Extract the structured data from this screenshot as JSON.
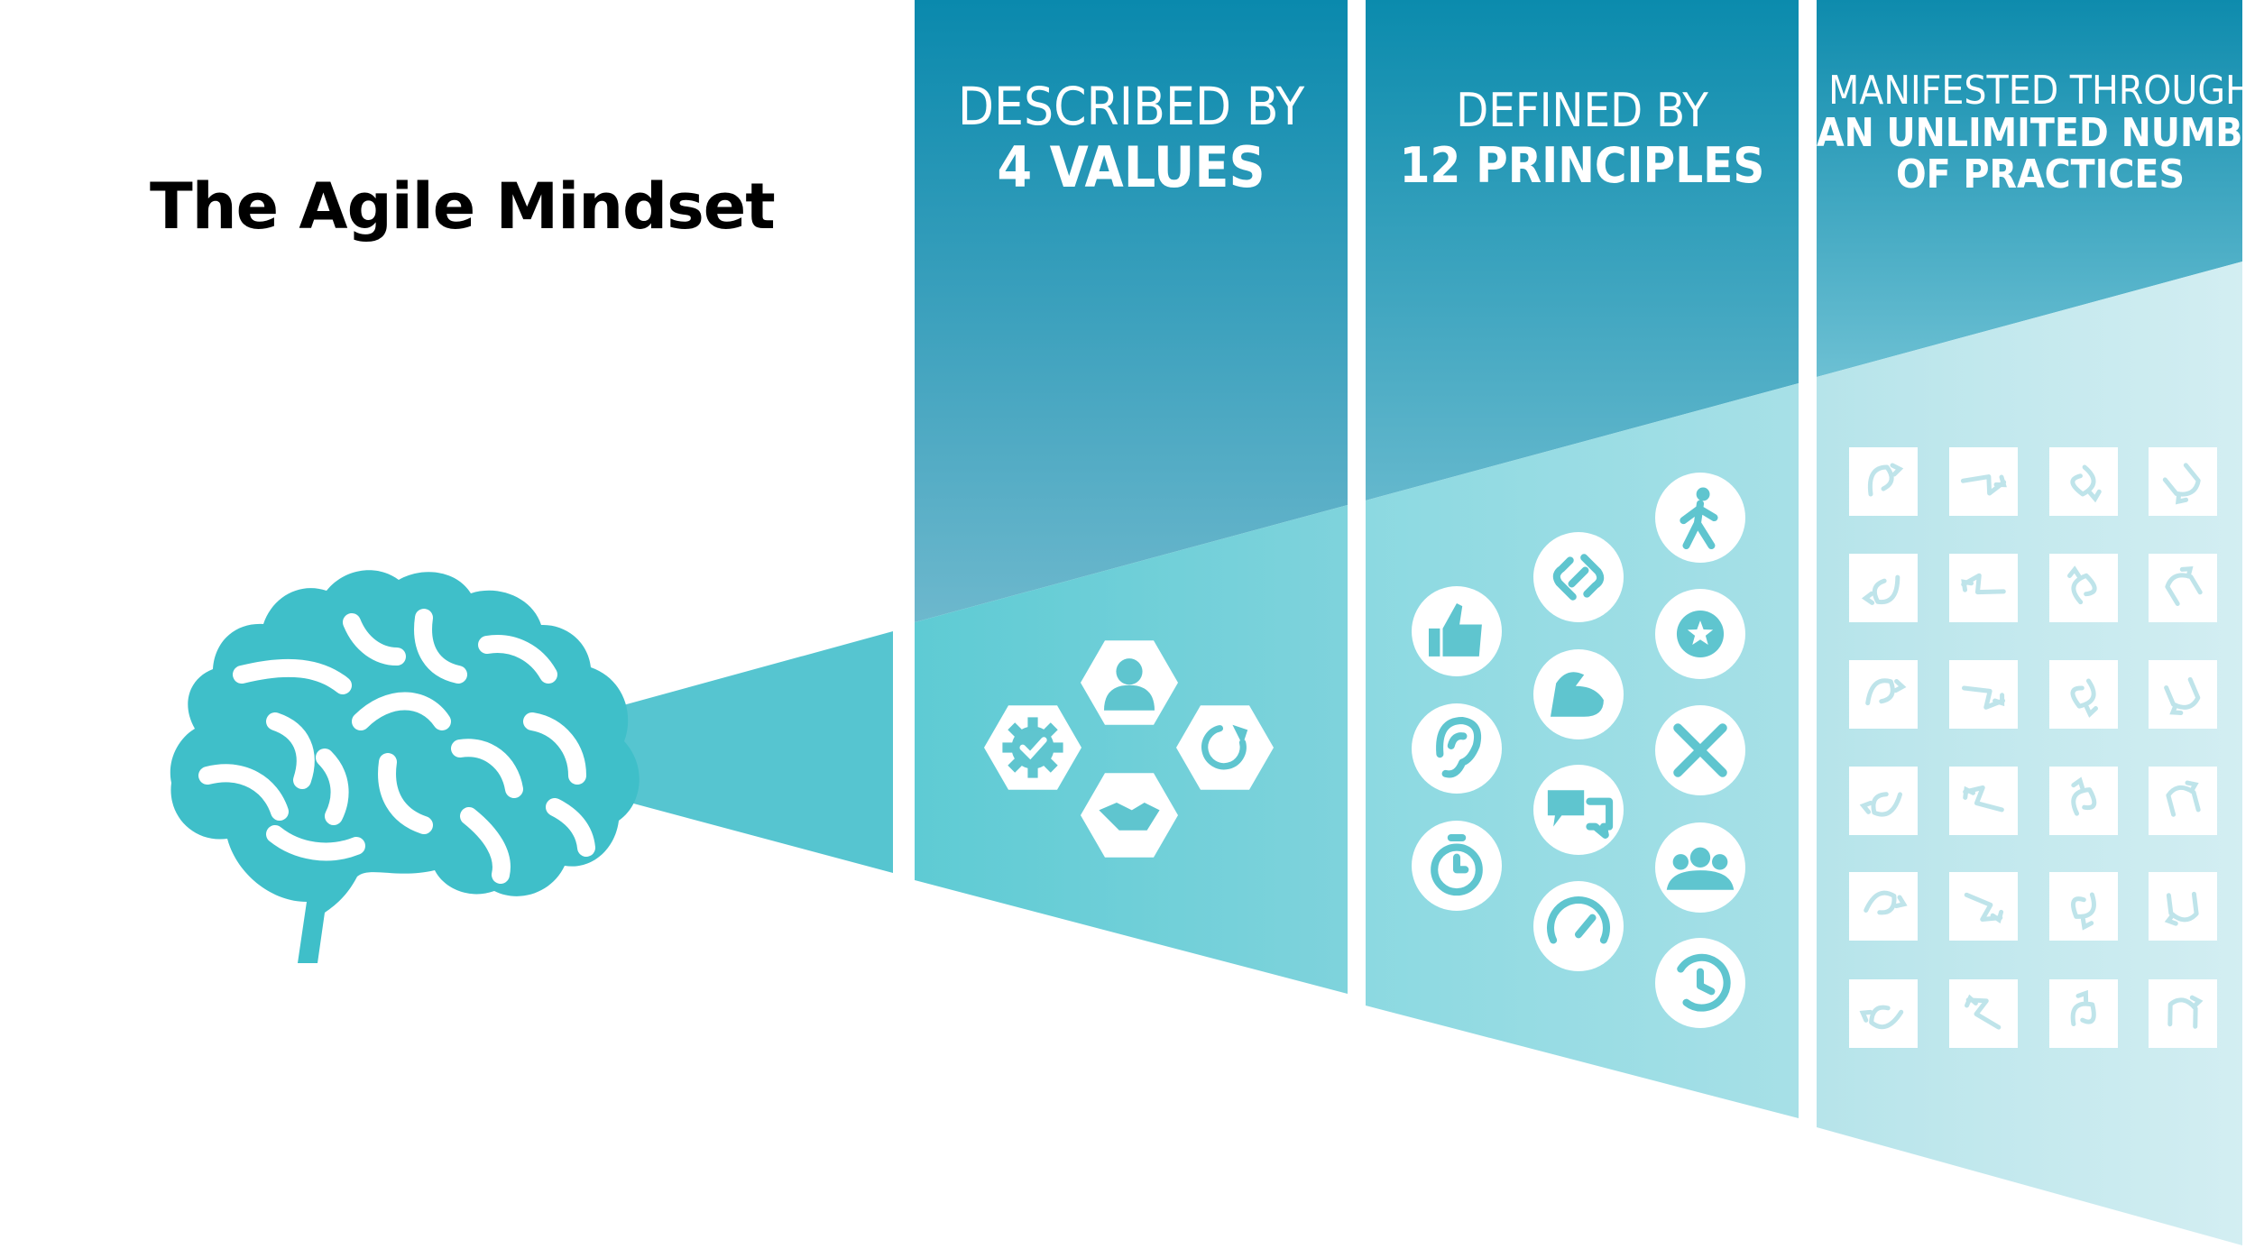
{
  "title": "The Agile Mindset",
  "columns": [
    {
      "line1": "DESCRIBED BY",
      "line2": "4 VALUES"
    },
    {
      "line1": "DEFINED BY",
      "line2": "12 PRINCIPLES"
    },
    {
      "line1": "MANIFESTED THROUGH",
      "line2": "AN UNLIMITED NUMBER",
      "line3": "OF PRACTICES"
    }
  ],
  "values_icons": [
    "person-icon",
    "gear-check-icon",
    "refresh-arrow-icon",
    "handshake-icon"
  ],
  "principles_icons": [
    "thumbs-up-icon",
    "ear-icon",
    "stopwatch-icon",
    "link-icon",
    "muscle-icon",
    "chat-bubbles-icon",
    "speedometer-icon",
    "walking-person-icon",
    "star-badge-icon",
    "close-x-icon",
    "team-icon",
    "history-clock-icon"
  ],
  "practices_count": 24,
  "colors": {
    "brain": "#3fbfc9",
    "beam": "#56c5d0",
    "header_top": "#0a89ad",
    "header_bottom": "#67b7cc",
    "band1": "#62c8d2",
    "band2": "#8bd6de",
    "band3": "#c3e8ee",
    "text": "#000000"
  }
}
